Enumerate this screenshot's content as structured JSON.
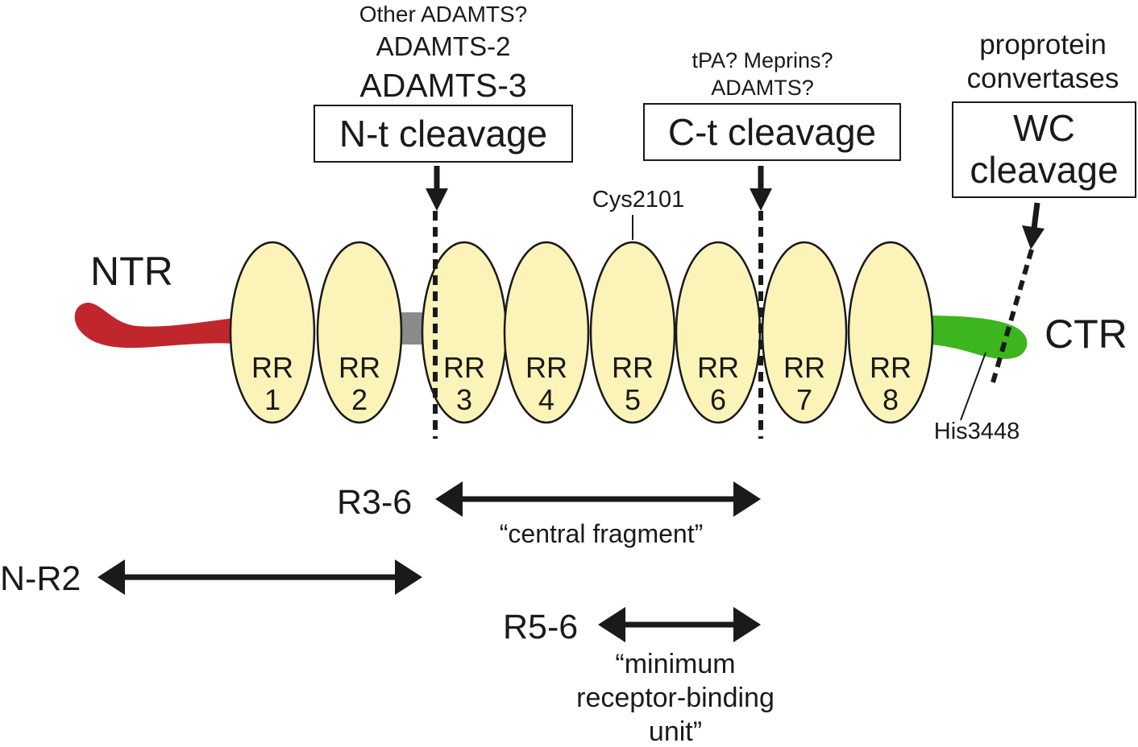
{
  "labels": {
    "ntr": "NTR",
    "ctr": "CTR",
    "cys": "Cys2101",
    "his": "His3448"
  },
  "nterm_enzymes": [
    "Other ADAMTS?",
    "ADAMTS-2",
    "ADAMTS-3"
  ],
  "nterm_cleavage": "N-t cleavage",
  "cterm_enzymes": [
    "tPA? Meprins?",
    "ADAMTS?"
  ],
  "cterm_cleavage": "C-t cleavage",
  "wc_enzymes": [
    "proprotein",
    "convertases"
  ],
  "wc_cleavage": [
    "WC",
    "cleavage"
  ],
  "repeats": [
    {
      "line1": "RR",
      "line2": "1"
    },
    {
      "line1": "RR",
      "line2": "2"
    },
    {
      "line1": "RR",
      "line2": "3"
    },
    {
      "line1": "RR",
      "line2": "4"
    },
    {
      "line1": "RR",
      "line2": "5"
    },
    {
      "line1": "RR",
      "line2": "6"
    },
    {
      "line1": "RR",
      "line2": "7"
    },
    {
      "line1": "RR",
      "line2": "8"
    }
  ],
  "fragments": {
    "r36": {
      "label": "R3-6",
      "note": "“central fragment”"
    },
    "nr2": {
      "label": "N-R2"
    },
    "r56": {
      "label": "R5-6",
      "note": [
        "“minimum",
        "receptor-binding",
        "unit”"
      ]
    }
  },
  "colors": {
    "ntr": "#c0272d",
    "ctr": "#3db51e",
    "linker": "#8a8a8a",
    "repeat_fill": "#fbf3b8",
    "ink": "#1a1a1a"
  }
}
